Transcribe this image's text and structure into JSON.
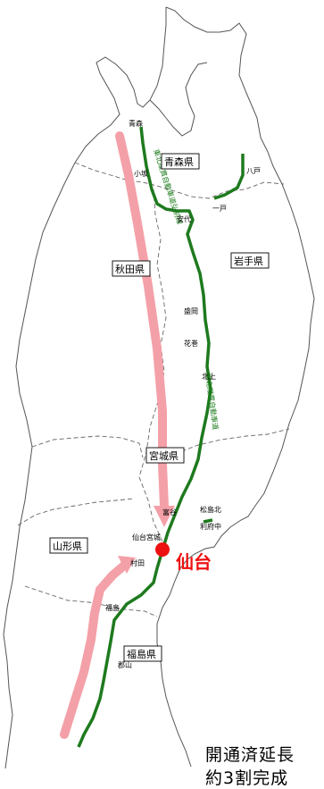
{
  "prefectures": [
    "青森県",
    "岩手県",
    "秋田県",
    "宮城県",
    "山形県",
    "福島県"
  ],
  "places": [
    "青森",
    "小坂",
    "八戸",
    "一戸",
    "安代",
    "盛岡",
    "花巻",
    "北上",
    "松島北",
    "利府中",
    "富谷",
    "仙台宮城",
    "村田",
    "福島",
    "郡山"
  ],
  "highlight_city": "仙台",
  "roads": [
    "東北縦貫自動車道弘前線",
    "東北縦貫自動車道"
  ],
  "caption": [
    "開通済延長",
    "約3割完成"
  ],
  "colors": {
    "route": "#1e7a1e",
    "arrow": "#f4a0a8",
    "city": "#ee1111"
  }
}
